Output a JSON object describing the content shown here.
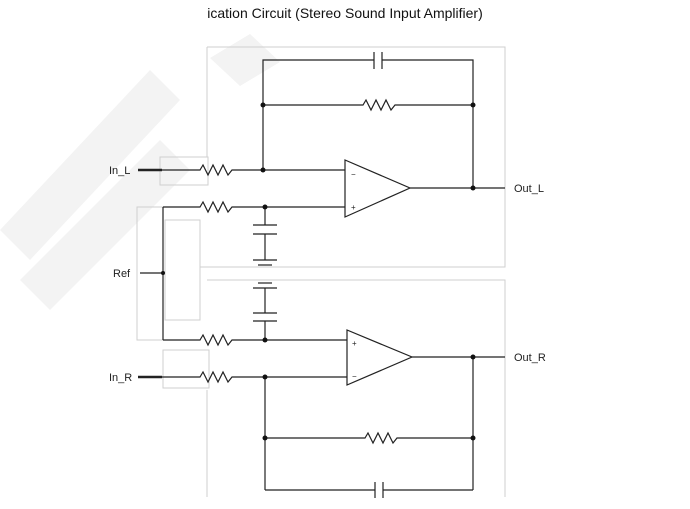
{
  "title": "ication Circuit (Stereo Sound Input Amplifier)",
  "labels": {
    "in_l": "In_L",
    "in_r": "In_R",
    "ref": "Ref",
    "out_l": "Out_L",
    "out_r": "Out_R",
    "minus": "−",
    "plus": "+"
  }
}
